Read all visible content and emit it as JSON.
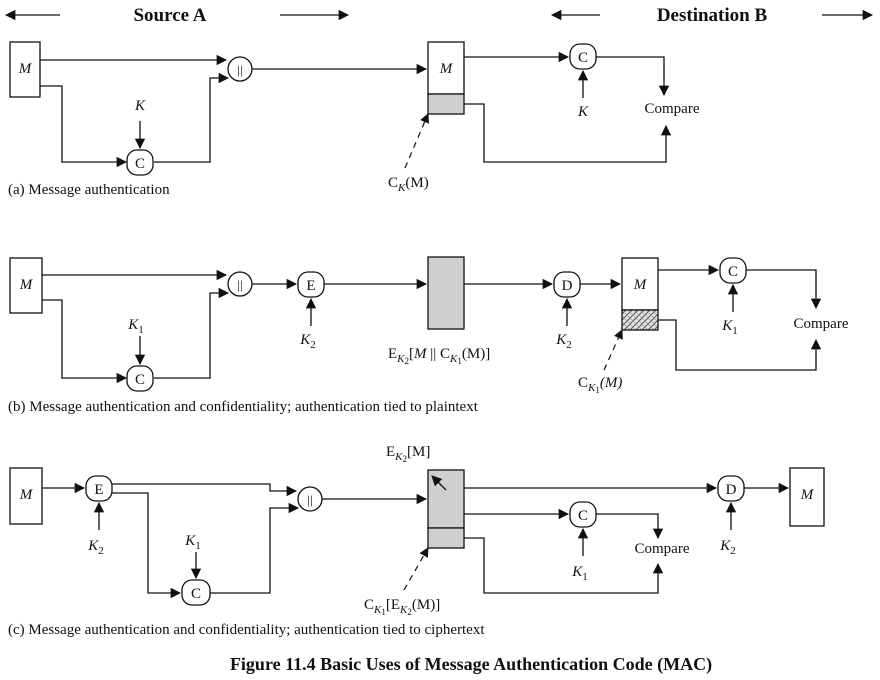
{
  "headers": {
    "source": "Source A",
    "destination": "Destination B"
  },
  "panel_a": {
    "msg": "M",
    "key": "K",
    "concat": "||",
    "c_node": "C",
    "c_node_dest": "C",
    "dest_msg": "M",
    "dest_key": "K",
    "compare": "Compare",
    "mac_c": "C",
    "mac_sub": "K",
    "mac_arg": "(M)",
    "caption": "(a) Message authentication"
  },
  "panel_b": {
    "msg": "M",
    "k1_base": "K",
    "k1_sub": "1",
    "k2_base": "K",
    "k2_sub": "2",
    "concat": "||",
    "c_node": "C",
    "e_node": "E",
    "d_node": "D",
    "c_node_dest": "C",
    "dest_msg": "M",
    "dest_k1_base": "K",
    "dest_k1_sub": "1",
    "dest_k2_base": "K",
    "dest_k2_sub": "2",
    "compare": "Compare",
    "enc_e": "E",
    "enc_k": "K",
    "enc_k_sub": "2",
    "enc_open": "[",
    "enc_m": "M",
    "enc_bar": " || C",
    "enc_k1": "K",
    "enc_k1_sub": "1",
    "enc_close": "(M)]",
    "mac_c": "C",
    "mac_k": "K",
    "mac_k_sub": "1",
    "mac_arg": "(M)",
    "caption": "(b) Message authentication and confidentiality; authentication tied to plaintext"
  },
  "panel_c": {
    "msg": "M",
    "k2_base": "K",
    "k2_sub": "2",
    "k1_base": "K",
    "k1_sub": "1",
    "e_node": "E",
    "c_node": "C",
    "concat": "||",
    "c_node_dest": "C",
    "d_node": "D",
    "dest_k1_base": "K",
    "dest_k1_sub": "1",
    "dest_k2_base": "K",
    "dest_k2_sub": "2",
    "compare": "Compare",
    "out_msg": "M",
    "enc_e": "E",
    "enc_k": "K",
    "enc_k_sub": "2",
    "enc_arg": "[M]",
    "mac_c": "C",
    "mac_k": "K",
    "mac_k_sub": "1",
    "mac_open": "[E",
    "mac_k2": "K",
    "mac_k2_sub": "2",
    "mac_close": "(M)]",
    "caption": "(c) Message authentication and confidentiality; authentication tied to ciphertext"
  },
  "figure_caption": "Figure 11.4  Basic Uses of Message Authentication Code (MAC)"
}
